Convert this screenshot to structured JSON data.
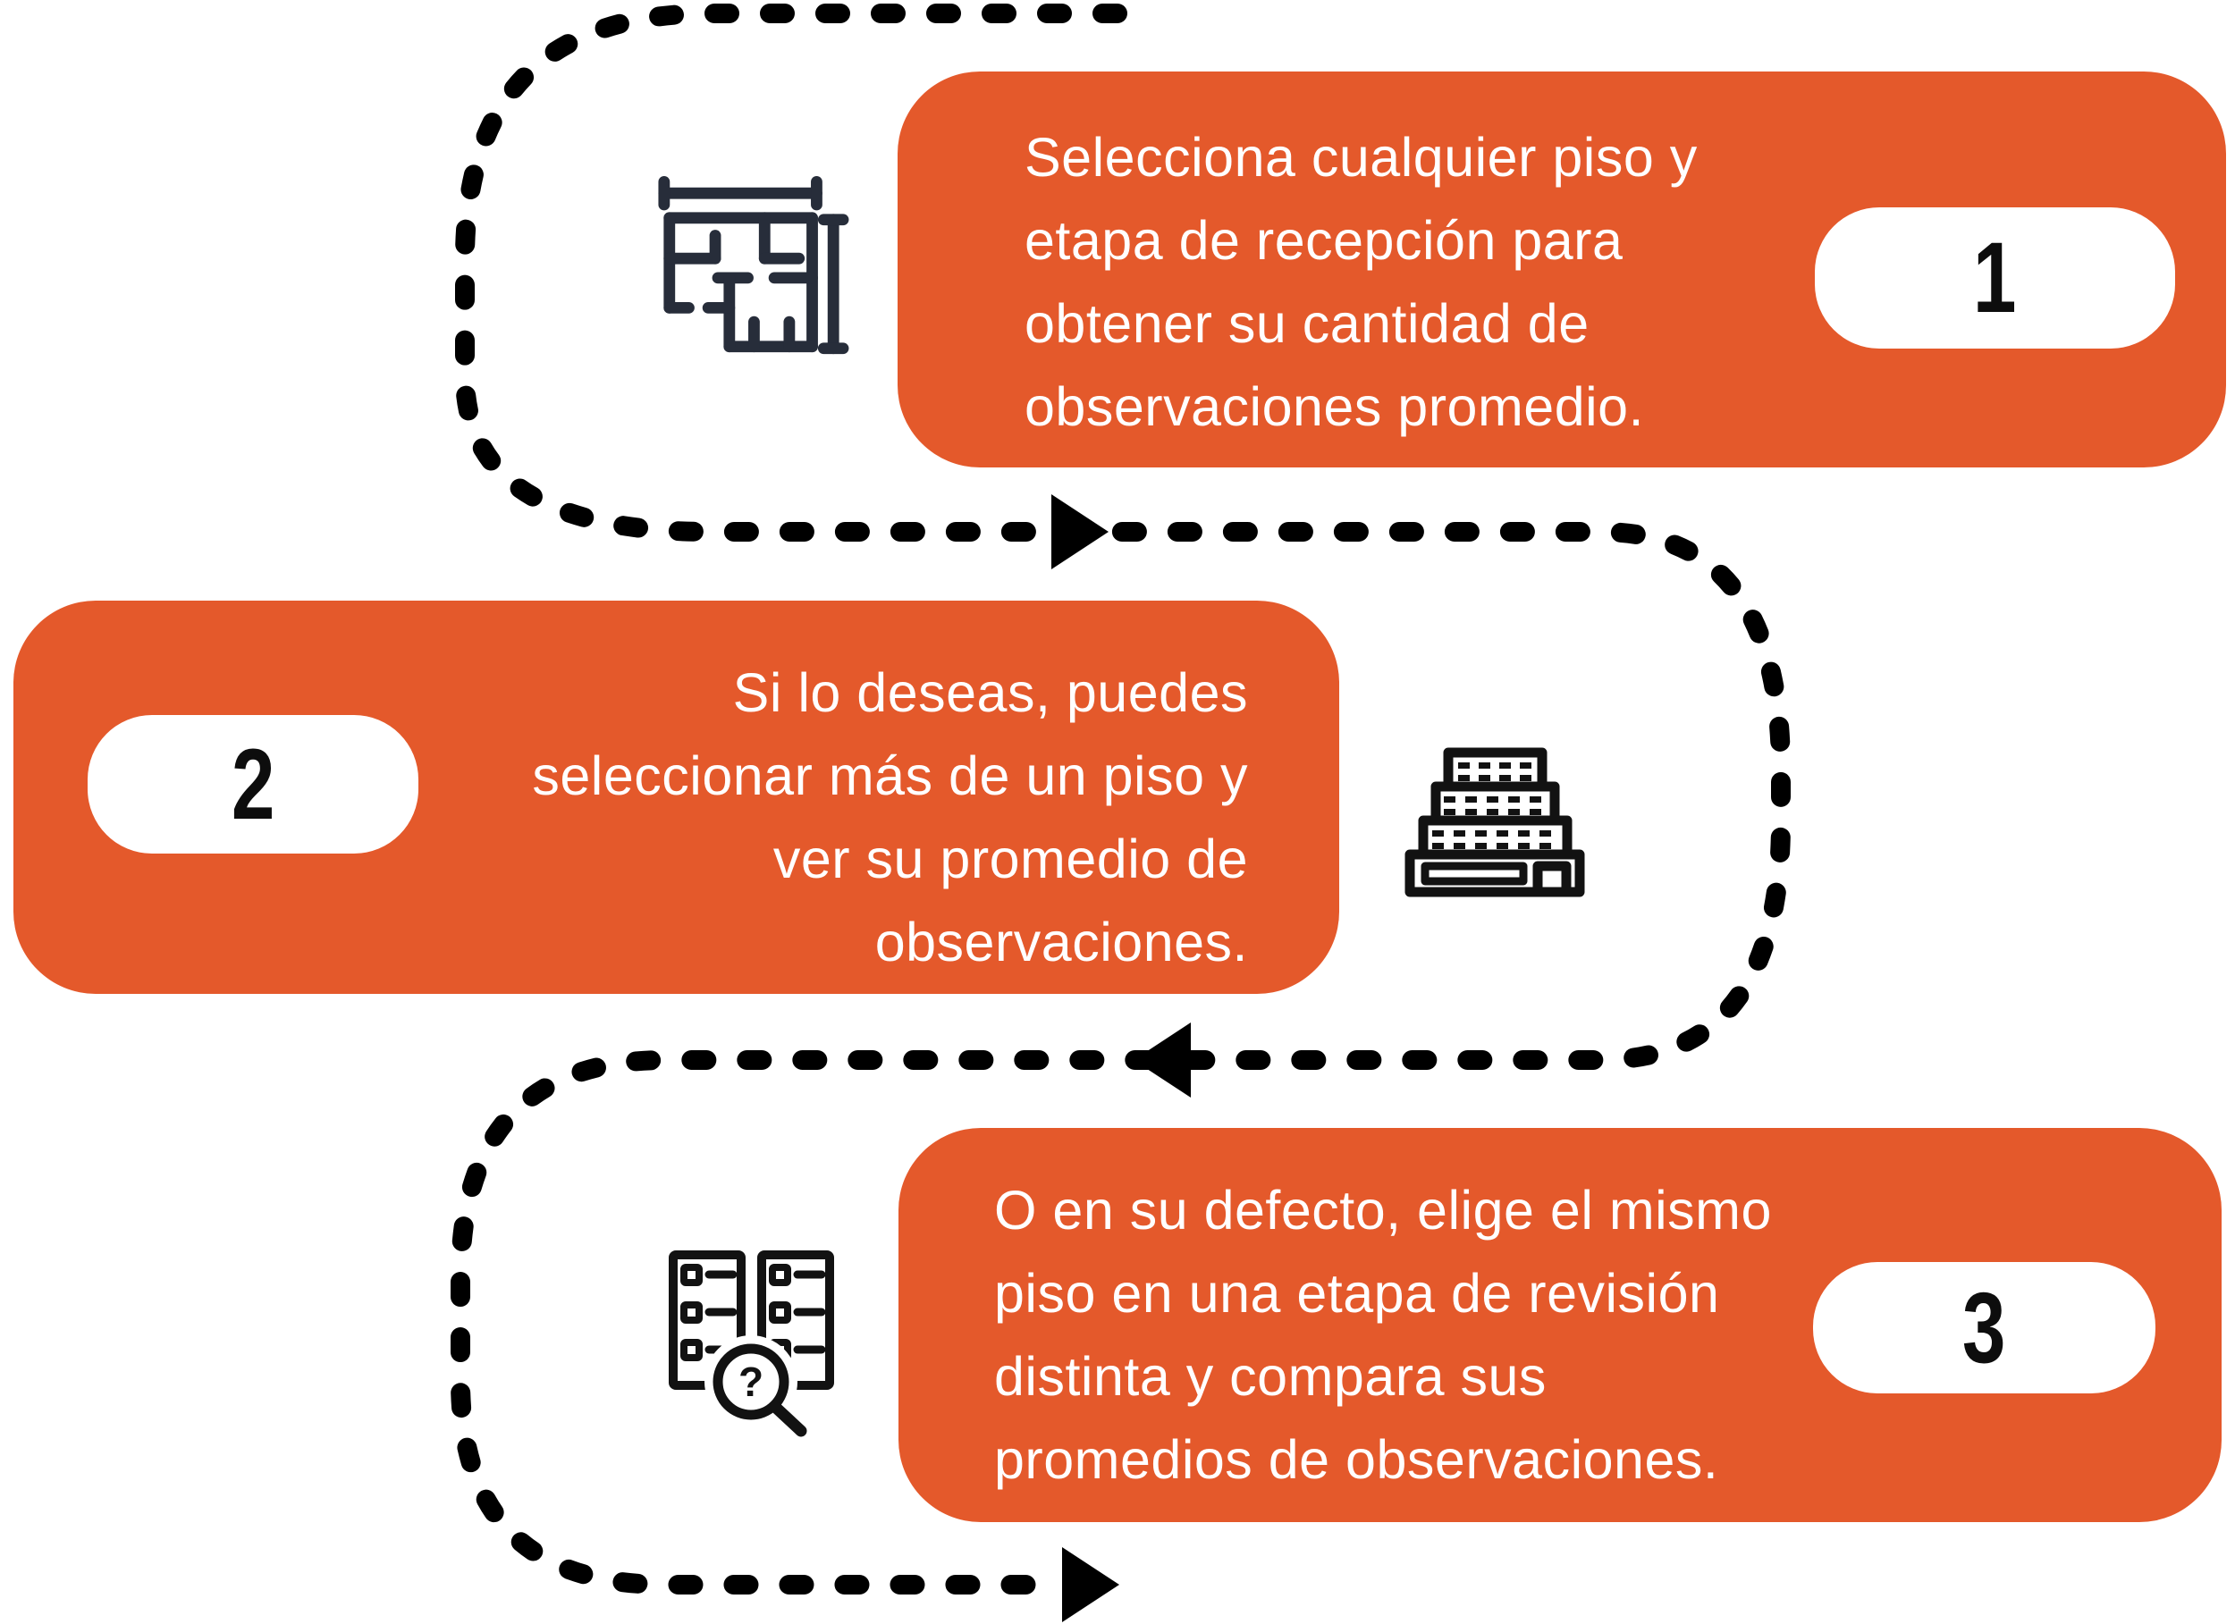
{
  "palette": {
    "accent_orange": "#E4592B",
    "text_on_accent": "#FFFFFF",
    "badge_background": "#FFFFFF",
    "badge_number": "#0D0D0D",
    "dashed_line": "#000000",
    "floorplan_icon_stroke": "#272D3A",
    "black_icon_stroke": "#121212"
  },
  "steps": [
    {
      "number": "1",
      "icon": "floor-plan-icon",
      "lines": [
        "Selecciona cualquier piso y",
        "etapa de recepción para",
        "obtener su cantidad de",
        "observaciones promedio."
      ]
    },
    {
      "number": "2",
      "icon": "stepped-building-icon",
      "lines": [
        "Si lo deseas, puedes",
        "seleccionar más de un piso y",
        "ver su promedio de",
        "observaciones."
      ]
    },
    {
      "number": "3",
      "icon": "checklist-search-icon",
      "lines": [
        "O en su defecto, elige el mismo",
        "piso en una etapa de revisión",
        "distinta y compara sus",
        "promedios de observaciones."
      ]
    }
  ]
}
